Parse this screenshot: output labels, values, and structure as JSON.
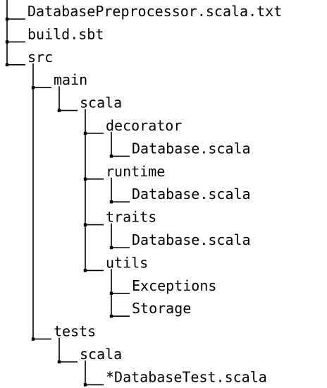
{
  "tree": {
    "items": [
      {
        "label": "DatabasePreprocessor.scala.txt",
        "depth": 0,
        "parent": null
      },
      {
        "label": "build.sbt",
        "depth": 0,
        "parent": null
      },
      {
        "label": "src",
        "depth": 0,
        "parent": null
      },
      {
        "label": "main",
        "depth": 1,
        "parent": 2
      },
      {
        "label": "scala",
        "depth": 2,
        "parent": 3
      },
      {
        "label": "decorator",
        "depth": 3,
        "parent": 4
      },
      {
        "label": "Database.scala",
        "depth": 4,
        "parent": 5
      },
      {
        "label": "runtime",
        "depth": 3,
        "parent": 4
      },
      {
        "label": "Database.scala",
        "depth": 4,
        "parent": 7
      },
      {
        "label": "traits",
        "depth": 3,
        "parent": 4
      },
      {
        "label": "Database.scala",
        "depth": 4,
        "parent": 9
      },
      {
        "label": "utils",
        "depth": 3,
        "parent": 4
      },
      {
        "label": "Exceptions",
        "depth": 4,
        "parent": 11
      },
      {
        "label": "Storage",
        "depth": 4,
        "parent": 11
      },
      {
        "label": "tests",
        "depth": 1,
        "parent": 2
      },
      {
        "label": "scala",
        "depth": 2,
        "parent": 14
      },
      {
        "label": "*DatabaseTest.scala",
        "depth": 3,
        "parent": 15
      }
    ]
  },
  "colors": {
    "line": "#000000",
    "text": "#000000",
    "background": "#ffffff"
  }
}
